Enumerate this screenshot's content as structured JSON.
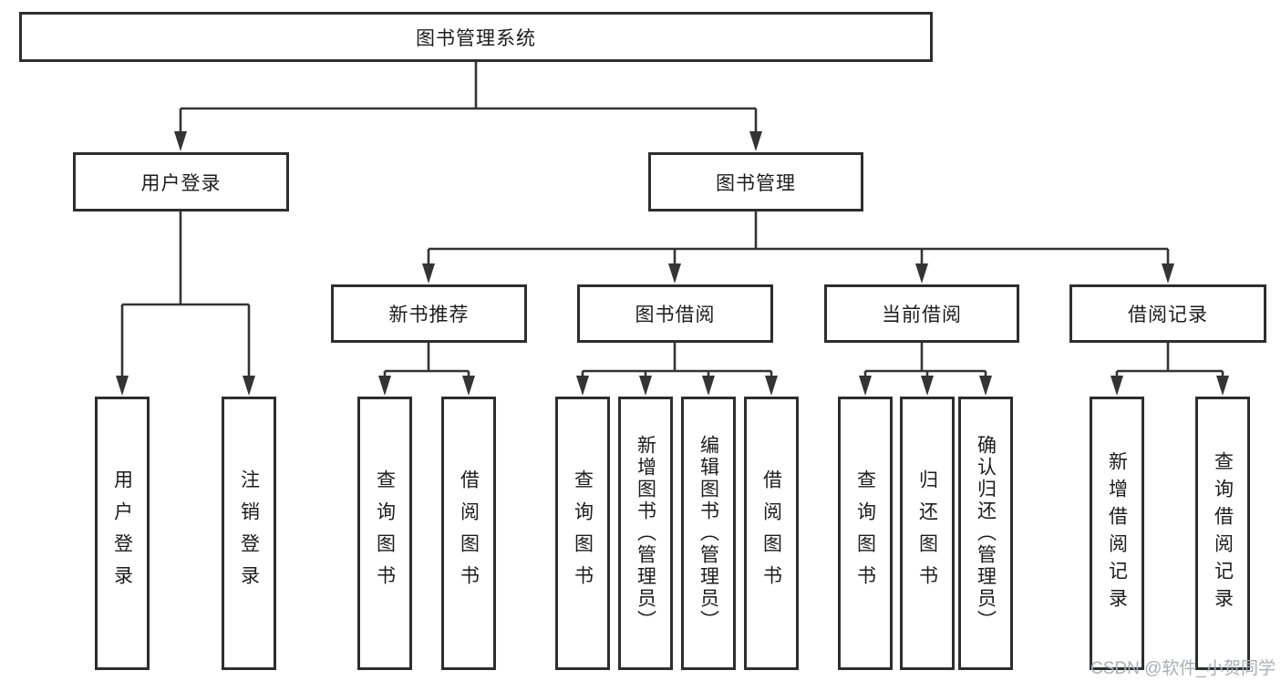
{
  "tree": {
    "label": "图书管理系统",
    "children": [
      {
        "label": "用户登录",
        "children": [
          {
            "label": "用户登录"
          },
          {
            "label": "注销登录"
          }
        ]
      },
      {
        "label": "图书管理",
        "children": [
          {
            "label": "新书推荐",
            "children": [
              {
                "label": "查询图书"
              },
              {
                "label": "借阅图书"
              }
            ]
          },
          {
            "label": "图书借阅",
            "children": [
              {
                "label": "查询图书"
              },
              {
                "label": "新增图书（管理员）"
              },
              {
                "label": "编辑图书（管理员）"
              },
              {
                "label": "借阅图书"
              }
            ]
          },
          {
            "label": "当前借阅",
            "children": [
              {
                "label": "查询图书"
              },
              {
                "label": "归还图书"
              },
              {
                "label": "确认归还（管理员）"
              }
            ]
          },
          {
            "label": "借阅记录",
            "children": [
              {
                "label": "新增借阅记录"
              },
              {
                "label": "查询借阅记录"
              }
            ]
          }
        ]
      }
    ]
  },
  "watermark": "CSDN @软件_小贺同学",
  "colors": {
    "line": "#343434",
    "box_border": "#2e2e2e",
    "text": "#1c1c1c",
    "watermark": "#abaeb4",
    "background": "#ffffff"
  }
}
